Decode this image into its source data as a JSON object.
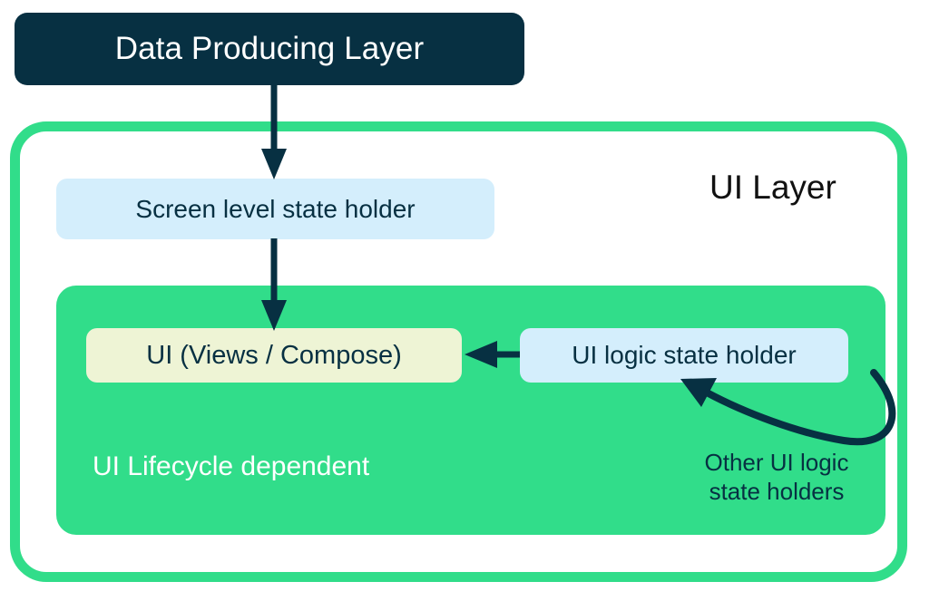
{
  "diagram": {
    "title": "Android UI Layer architecture",
    "colors": {
      "dark_navy": "#073042",
      "green_accent": "#31dd8a",
      "light_blue": "#d4eefc",
      "cream": "#eef4d5",
      "white": "#ffffff",
      "black_text": "#111111"
    },
    "nodes": {
      "data_producing_layer": {
        "label": "Data Producing Layer"
      },
      "ui_layer_title": {
        "label": "UI Layer"
      },
      "screen_level_state_holder": {
        "label": "Screen level state holder"
      },
      "ui_lifecycle_panel": {
        "label": "UI Lifecycle dependent"
      },
      "ui_views_compose": {
        "label": "UI (Views / Compose)"
      },
      "ui_logic_state_holder": {
        "label": "UI logic state holder"
      },
      "other_ui_logic_state_holders": {
        "label": "Other UI logic\nstate holders",
        "line1": "Other UI logic",
        "line2": "state holders"
      }
    },
    "edges": [
      {
        "name": "data-producing-to-screen-state-holder",
        "from": "Data Producing Layer",
        "to": "Screen level state holder",
        "direction": "down"
      },
      {
        "name": "screen-state-holder-to-ui",
        "from": "Screen level state holder",
        "to": "UI (Views / Compose)",
        "direction": "down"
      },
      {
        "name": "ui-logic-to-ui",
        "from": "UI logic state holder",
        "to": "UI (Views / Compose)",
        "direction": "left"
      },
      {
        "name": "other-ui-logic-self-loop",
        "from": "UI logic state holder",
        "to": "UI logic state holder",
        "direction": "curved-loop"
      }
    ]
  }
}
